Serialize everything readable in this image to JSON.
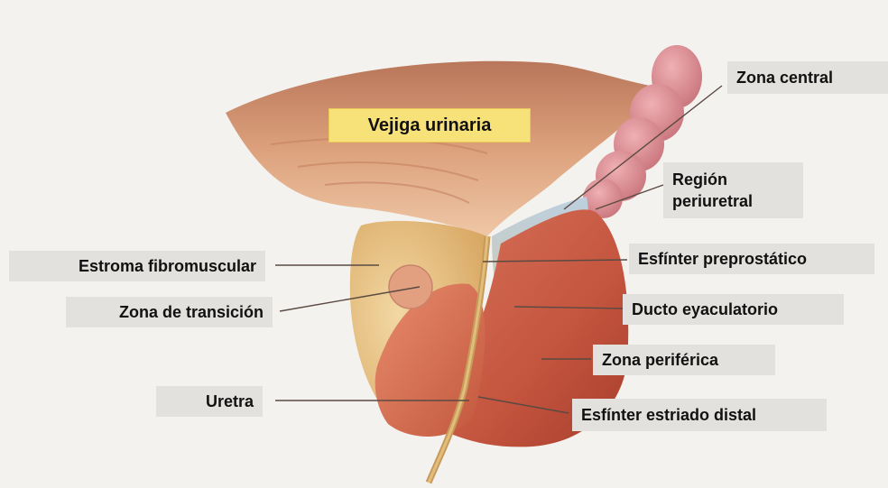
{
  "labels": {
    "bladder": "Vejiga urinaria",
    "central_zone": "Zona central",
    "periurethral_line1": "Región",
    "periurethral_line2": "periuretral",
    "fibromuscular": "Estroma fibromuscular",
    "preprostatic": "Esfínter preprostático",
    "transition_zone": "Zona de transición",
    "ejaculatory_duct": "Ducto eyaculatorio",
    "peripheral_zone": "Zona periférica",
    "urethra": "Uretra",
    "distal_sphincter": "Esfínter estriado distal"
  },
  "colors": {
    "background": "#f4f2ef",
    "label_box": "#e3e1de",
    "title_box": "#f7e27a",
    "bladder": "#d89a72",
    "stroma": "#e9c27e",
    "peripheral": "#c4553f",
    "seminal": "#d9848c"
  }
}
